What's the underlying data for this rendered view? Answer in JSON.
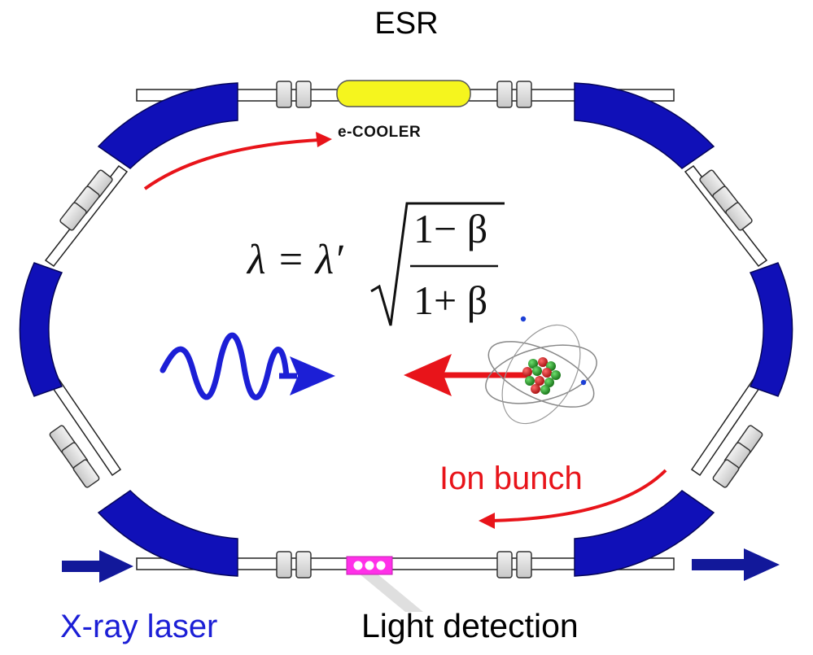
{
  "title": "ESR",
  "labels": {
    "ecooler": "e-COOLER",
    "ion_bunch": "Ion bunch",
    "xray_laser": "X-ray laser",
    "light_detection": "Light detection"
  },
  "formula": {
    "lhs": "λ = λ′",
    "numerator": "1− β",
    "denominator": "1+ β"
  },
  "colors": {
    "magnet": "#1010b8",
    "cooler": "#f5f51e",
    "arrow_red": "#e8141a",
    "arrow_blue": "#1c1fd6",
    "arrow_navy": "#12189a",
    "detector": "#ff30e8",
    "nucleus_red": "#d62828",
    "nucleus_green": "#2aa12a"
  },
  "icons": [
    "dipole-magnet",
    "quadrupole-magnet",
    "electron-cooler",
    "atom-icon",
    "wave-arrow-icon",
    "detector-icon"
  ]
}
